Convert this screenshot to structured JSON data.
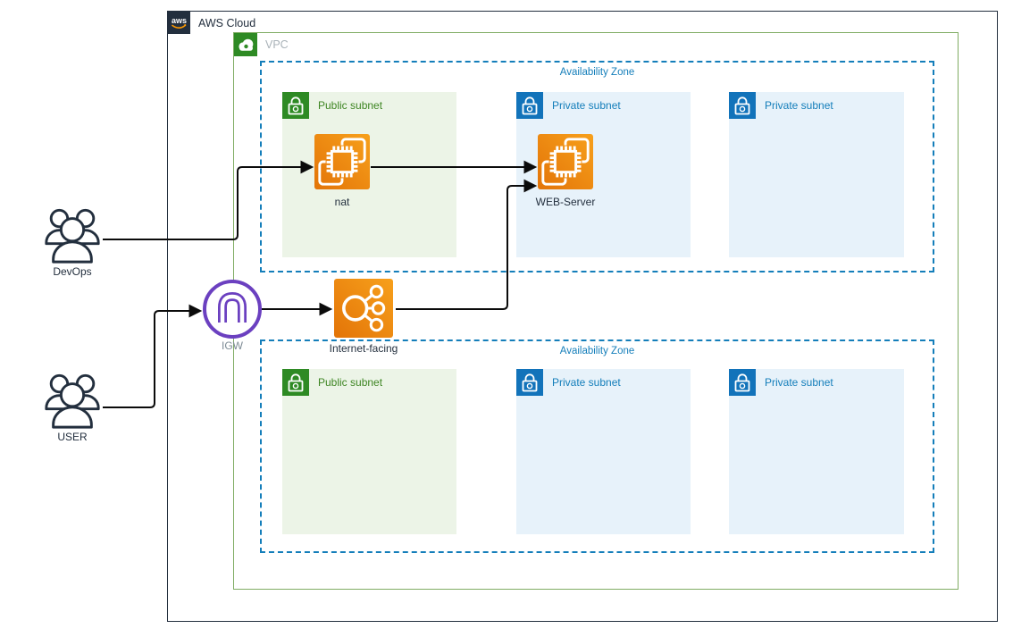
{
  "aws_cloud": {
    "label": "AWS Cloud",
    "logo_text": "aws"
  },
  "vpc": {
    "label": "VPC"
  },
  "zones": [
    {
      "label": "Availability Zone"
    },
    {
      "label": "Availability Zone"
    }
  ],
  "subnets": [
    {
      "type": "public",
      "label": "Public subnet"
    },
    {
      "type": "private",
      "label": "Private subnet"
    },
    {
      "type": "private",
      "label": "Private subnet"
    },
    {
      "type": "public",
      "label": "Public subnet"
    },
    {
      "type": "private",
      "label": "Private subnet"
    },
    {
      "type": "private",
      "label": "Private subnet"
    }
  ],
  "nodes": {
    "nat": {
      "label": "nat",
      "icon": "ec2-instance-icon"
    },
    "web_server": {
      "label": "WEB-Server",
      "icon": "ec2-instance-icon"
    },
    "internet_facing": {
      "label": "Internet-facing",
      "icon": "elastic-load-balancer-icon"
    },
    "igw": {
      "label": "IGW",
      "icon": "internet-gateway-icon"
    }
  },
  "actors": {
    "devops": {
      "label": "DevOps",
      "icon": "users-icon"
    },
    "user": {
      "label": "USER",
      "icon": "users-icon"
    }
  },
  "edges": [
    {
      "from": "DevOps",
      "to": "nat"
    },
    {
      "from": "USER",
      "to": "IGW"
    },
    {
      "from": "IGW",
      "to": "Internet-facing"
    },
    {
      "from": "Internet-facing",
      "to": "WEB-Server"
    },
    {
      "from": "nat",
      "to": "WEB-Server"
    }
  ],
  "colors": {
    "aws_border": "#232F3E",
    "vpc_border": "#7FAC63",
    "az_border": "#147EBA",
    "public_fill": "#ECF4E7",
    "private_fill": "#E7F2FA",
    "public_green": "#2E8A24",
    "private_blue": "#1273BA",
    "ec2_orange": "#ED7D11",
    "igw_purple": "#6B40C0",
    "arrow": "#0B0B0B"
  }
}
